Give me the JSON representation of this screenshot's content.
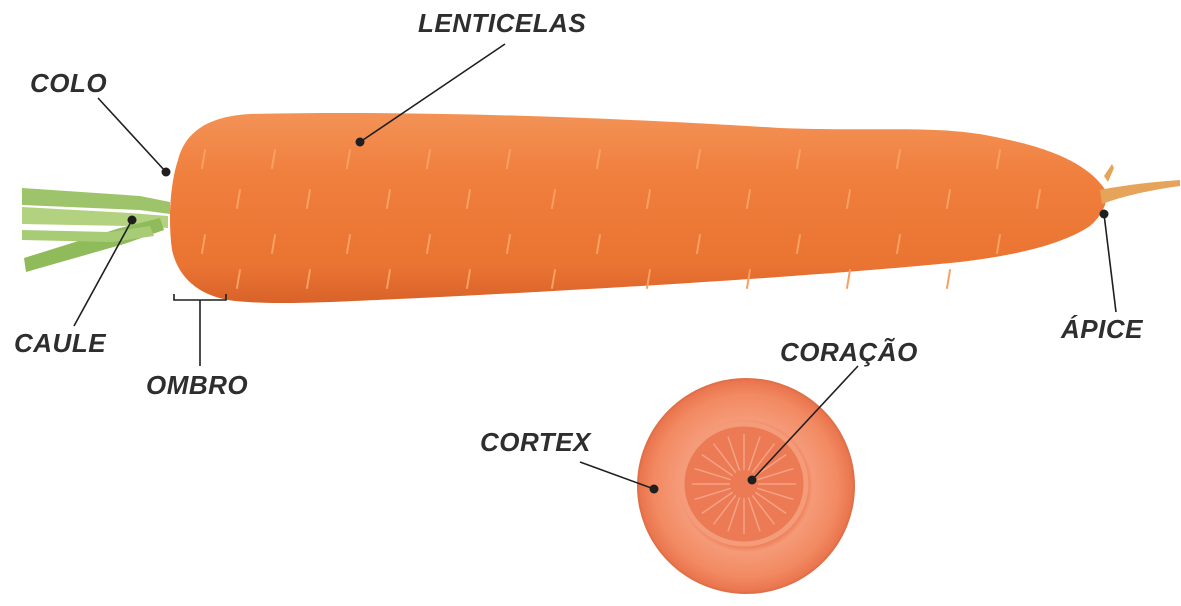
{
  "colors": {
    "label_text": "#2e2e2e",
    "leader_line": "#1f1f1f",
    "carrot_orange": "#f07e3c",
    "carrot_dark": "#d9622a",
    "stem_green": "#9dc46a",
    "cortex_orange": "#f2845f",
    "core_orange": "#e9724a"
  },
  "labels": {
    "lenticelas": "LENTICELAS",
    "colo": "COLO",
    "caule": "CAULE",
    "ombro": "OMBRO",
    "apice": "ÁPICE",
    "coracao": "CORAÇÃO",
    "cortex": "CORTEX"
  }
}
